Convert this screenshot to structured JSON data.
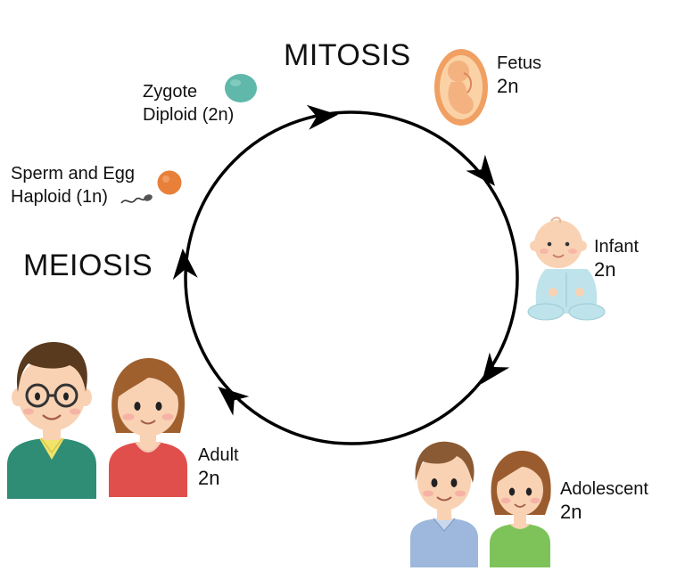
{
  "headings": {
    "mitosis": "MITOSIS",
    "meiosis": "MEIOSIS"
  },
  "stages": {
    "zygote": {
      "line1": "Zygote",
      "line2": "Diploid (2n)"
    },
    "gametes": {
      "line1": "Sperm and Egg",
      "line2": "Haploid (1n)"
    },
    "fetus": {
      "line1": "Fetus",
      "line2": "2n"
    },
    "infant": {
      "line1": "Infant",
      "line2": "2n"
    },
    "adolescent": {
      "line1": "Adolescent",
      "line2": "2n"
    },
    "adult": {
      "line1": "Adult",
      "line2": "2n"
    }
  },
  "colors": {
    "cycle": "#000000",
    "zygote": "#5fb8aa",
    "egg": "#e8803a",
    "fetus_womb": "#f0a062",
    "skin": "#f9d2b4",
    "infant_suit": "#bfe3ea",
    "adult_male_shirt": "#2e8d74",
    "adult_female_shirt": "#e04f4c",
    "teen_male_shirt": "#9db8dc",
    "teen_female_shirt": "#7dc35a"
  },
  "icons": [
    "zygote-cell-icon",
    "egg-cell-icon",
    "sperm-icon",
    "fetus-icon",
    "infant-icon",
    "adolescent-boy-icon",
    "adolescent-girl-icon",
    "adult-man-icon",
    "adult-woman-icon"
  ]
}
